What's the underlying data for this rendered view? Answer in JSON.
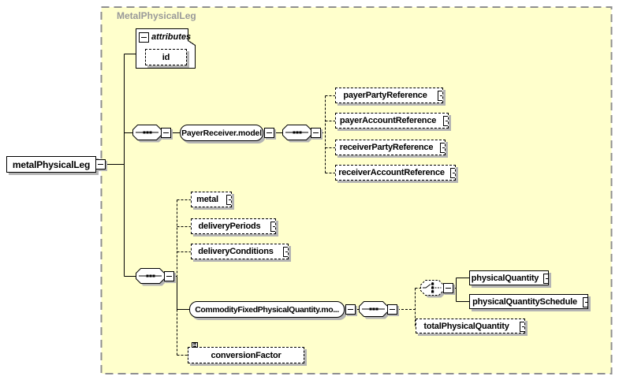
{
  "diagram": {
    "kind": "xml-schema-content-model",
    "container_label": "MetalPhysicalLeg",
    "colors": {
      "canvas": "#FFFFFF",
      "container_bg": "#FFFFCC",
      "container_border": "#8F8F8F",
      "container_label_text": "#999999",
      "box_border": "#000000",
      "box_fill": "#FFFFFF",
      "shadow": "#B4B4B4"
    },
    "nodes": {
      "root": "metalPhysicalLeg",
      "attributes_label": "attributes",
      "id": "id",
      "payer_receiver_model": "PayerReceiver.model",
      "payer_party_reference": "payerPartyReference",
      "payer_account_reference": "payerAccountReference",
      "receiver_party_reference": "receiverPartyReference",
      "receiver_account_reference": "receiverAccountReference",
      "metal": "metal",
      "delivery_periods": "deliveryPeriods",
      "delivery_conditions": "deliveryConditions",
      "commodity_fixed_physical_quantity_model": "CommodityFixedPhysicalQuantity.mo...",
      "physical_quantity": "physicalQuantity",
      "physical_quantity_schedule": "physicalQuantitySchedule",
      "total_physical_quantity": "totalPhysicalQuantity",
      "conversion_factor": "conversionFactor"
    }
  }
}
